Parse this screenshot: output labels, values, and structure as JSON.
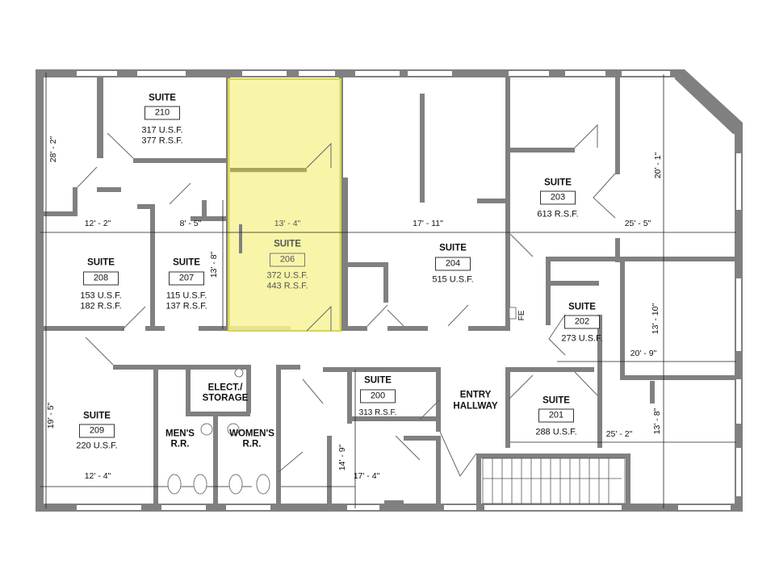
{
  "colors": {
    "wall": "#808080",
    "highlight": "#f7f39a",
    "highlight_edge": "#d8d64a",
    "line": "#222222"
  },
  "highlighted_suite": "206",
  "suites": [
    {
      "label": "SUITE",
      "number": "210",
      "usf": "317 U.S.F.",
      "rsf": "377 R.S.F."
    },
    {
      "label": "SUITE",
      "number": "206",
      "usf": "372 U.S.F.",
      "rsf": "443 R.S.F."
    },
    {
      "label": "SUITE",
      "number": "208",
      "usf": "153 U.S.F.",
      "rsf": "182 R.S.F."
    },
    {
      "label": "SUITE",
      "number": "207",
      "usf": "115 U.S.F.",
      "rsf": "137 R.S.F."
    },
    {
      "label": "SUITE",
      "number": "204",
      "usf": "515 U.S.F."
    },
    {
      "label": "SUITE",
      "number": "203",
      "rsf": "613 R.S.F."
    },
    {
      "label": "SUITE",
      "number": "202",
      "usf": "273 U.S.F."
    },
    {
      "label": "SUITE",
      "number": "209",
      "usf": "220 U.S.F."
    },
    {
      "label": "SUITE",
      "number": "200",
      "rsf": "313 R.S.F."
    },
    {
      "label": "SUITE",
      "number": "201",
      "usf": "288 U.S.F."
    }
  ],
  "rooms": {
    "entry": [
      "ENTRY",
      "HALLWAY"
    ],
    "elect": [
      "ELECT./",
      "STORAGE"
    ],
    "mens": [
      "MEN'S",
      "R.R."
    ],
    "womens": [
      "WOMEN'S",
      "R.R."
    ],
    "fe": "FE"
  },
  "dimensions": {
    "d1": "28' - 2\"",
    "d2": "12' - 2\"",
    "d3": "8' - 5\"",
    "d4": "13' - 4\"",
    "d5": "17' - 11\"",
    "d6": "25' - 5\"",
    "d7": "13' - 8\"",
    "d8": "20' - 1\"",
    "d9": "13' - 10\"",
    "d10": "20' - 9\"",
    "d11": "19' - 5\"",
    "d12": "12' - 4\"",
    "d13": "14' - 9\"",
    "d14": "17' - 4\"",
    "d15": "25' - 2\"",
    "d16": "13' - 8\""
  }
}
